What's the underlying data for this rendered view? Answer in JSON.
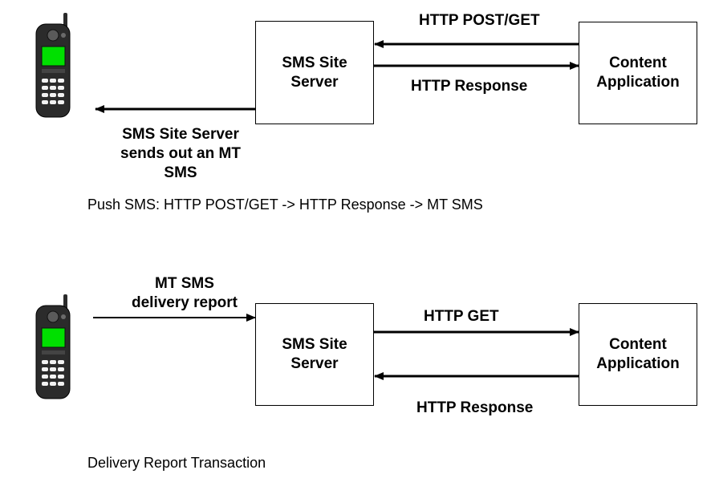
{
  "diagram1": {
    "server_label": [
      "SMS Site",
      "Server"
    ],
    "app_label": [
      "Content",
      "Application"
    ],
    "request_label": "HTTP POST/GET",
    "response_label": "HTTP Response",
    "mt_label": [
      "SMS Site Server",
      "sends out an MT",
      "SMS"
    ],
    "caption": "Push SMS: HTTP POST/GET -> HTTP Response -> MT SMS"
  },
  "diagram2": {
    "server_label": [
      "SMS Site",
      "Server"
    ],
    "app_label": [
      "Content",
      "Application"
    ],
    "report_label": [
      "MT SMS",
      "delivery report"
    ],
    "request_label": "HTTP GET",
    "response_label": "HTTP Response",
    "caption": "Delivery Report Transaction"
  },
  "colors": {
    "screen": "#00e000",
    "phone_body": "#2b2b2b",
    "line": "#000000"
  },
  "icons": {
    "phone": "mobile-phone-icon"
  }
}
